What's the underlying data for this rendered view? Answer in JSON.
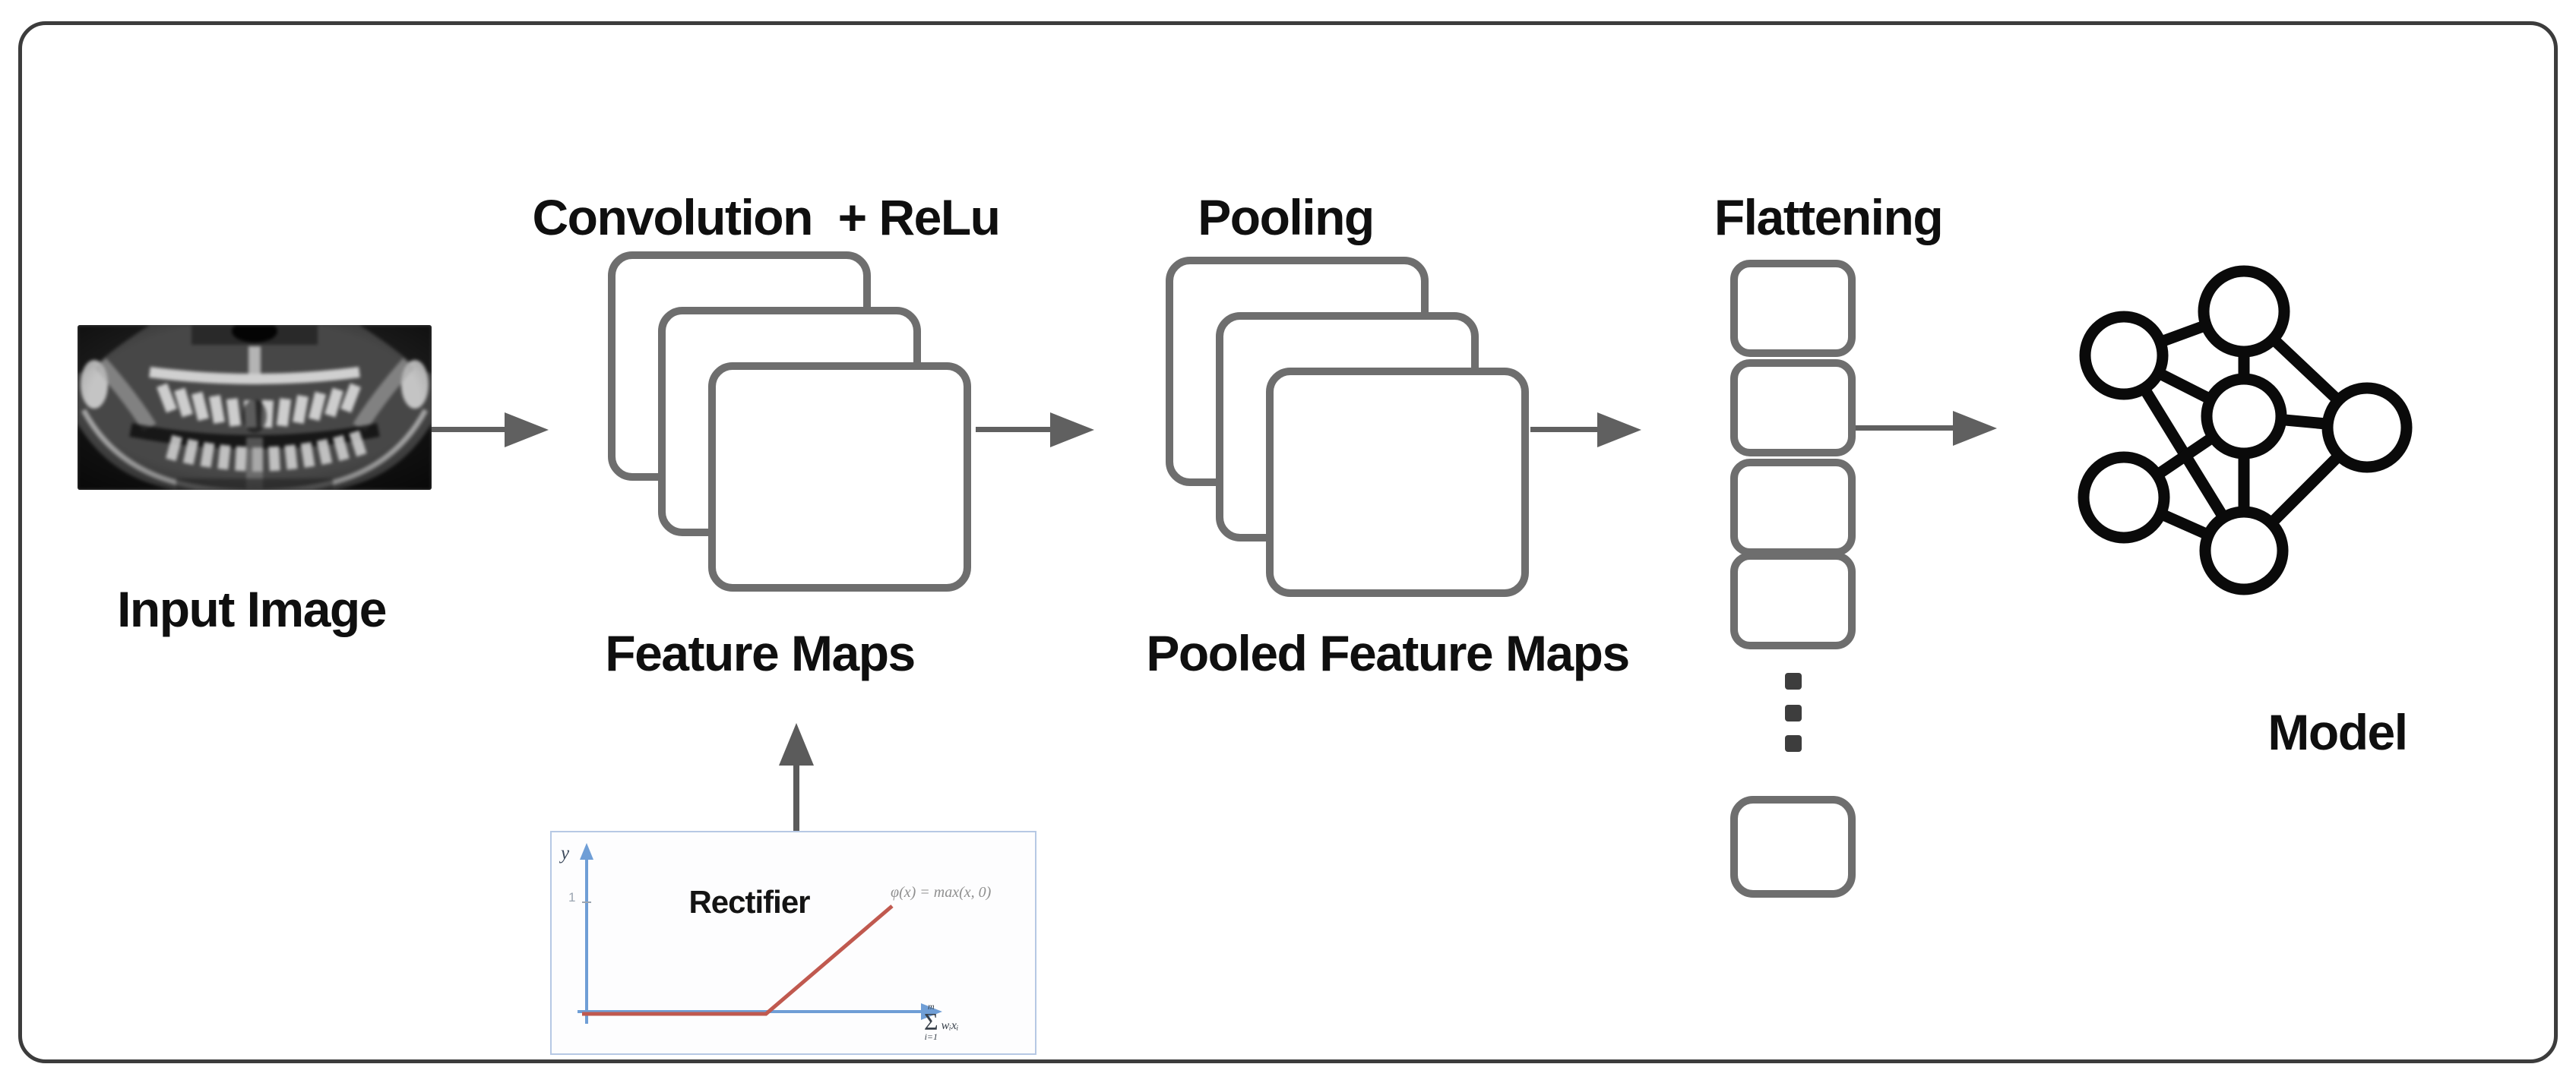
{
  "stages": {
    "input": {
      "label": "Input Image"
    },
    "convolution": {
      "title": "Convolution  + ReLu",
      "caption": "Feature Maps"
    },
    "pooling": {
      "title": "Pooling",
      "caption": "Pooled Feature Maps"
    },
    "flattening": {
      "title": "Flattening"
    },
    "model": {
      "caption": "Model"
    }
  },
  "rectifier": {
    "title": "Rectifier",
    "formula": "φ(x) = max(x, 0)",
    "y_axis_label": "y",
    "y_tick_label": "1",
    "sum": {
      "sigma": "Σ",
      "upper": "m",
      "lower": "i=1",
      "terms": "wᵢxᵢ"
    }
  },
  "icons": {
    "input": "dental-panoramic-xray-image",
    "flattening_ellipsis": "vertical-ellipsis-dots",
    "model": "neural-network-graph-icon"
  },
  "colors": {
    "frame_border": "#3c3c3c",
    "shape_border": "#6e6e6e",
    "arrow": "#606060",
    "network_stroke": "#0a0a0a",
    "axis_blue": "#6f9ed6",
    "relu_red": "#c0594f",
    "plot_border": "#b6c8e4",
    "text": "#0f0f0f"
  }
}
